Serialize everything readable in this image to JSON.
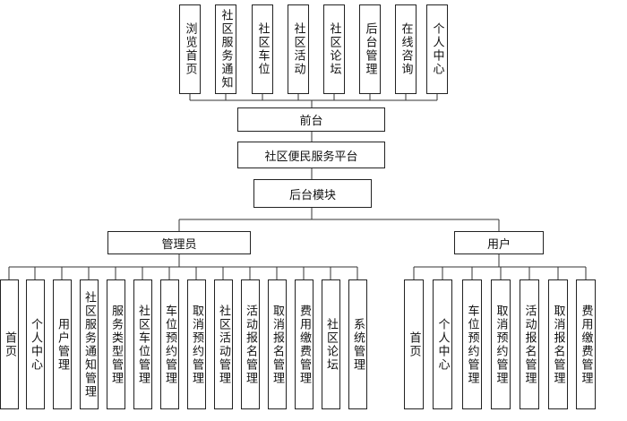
{
  "front_modules": [
    "浏览首页",
    "社区服务通知",
    "社区车位",
    "社区活动",
    "社区论坛",
    "后台管理",
    "在线咨询",
    "个人中心"
  ],
  "front_label": "前台",
  "platform_label": "社区便民服务平台",
  "backend_label": "后台模块",
  "admin_label": "管理员",
  "user_label": "用户",
  "admin_modules": [
    "首页",
    "个人中心",
    "用户管理",
    "社区服务通知管理",
    "服务类型管理",
    "社区车位管理",
    "车位预约管理",
    "取消预约管理",
    "社区活动管理",
    "活动报名管理",
    "取消报名管理",
    "费用缴费管理",
    "社区论坛",
    "系统管理"
  ],
  "user_modules": [
    "首页",
    "个人中心",
    "车位预约管理",
    "取消预约管理",
    "活动报名管理",
    "取消报名管理",
    "费用缴费管理"
  ]
}
